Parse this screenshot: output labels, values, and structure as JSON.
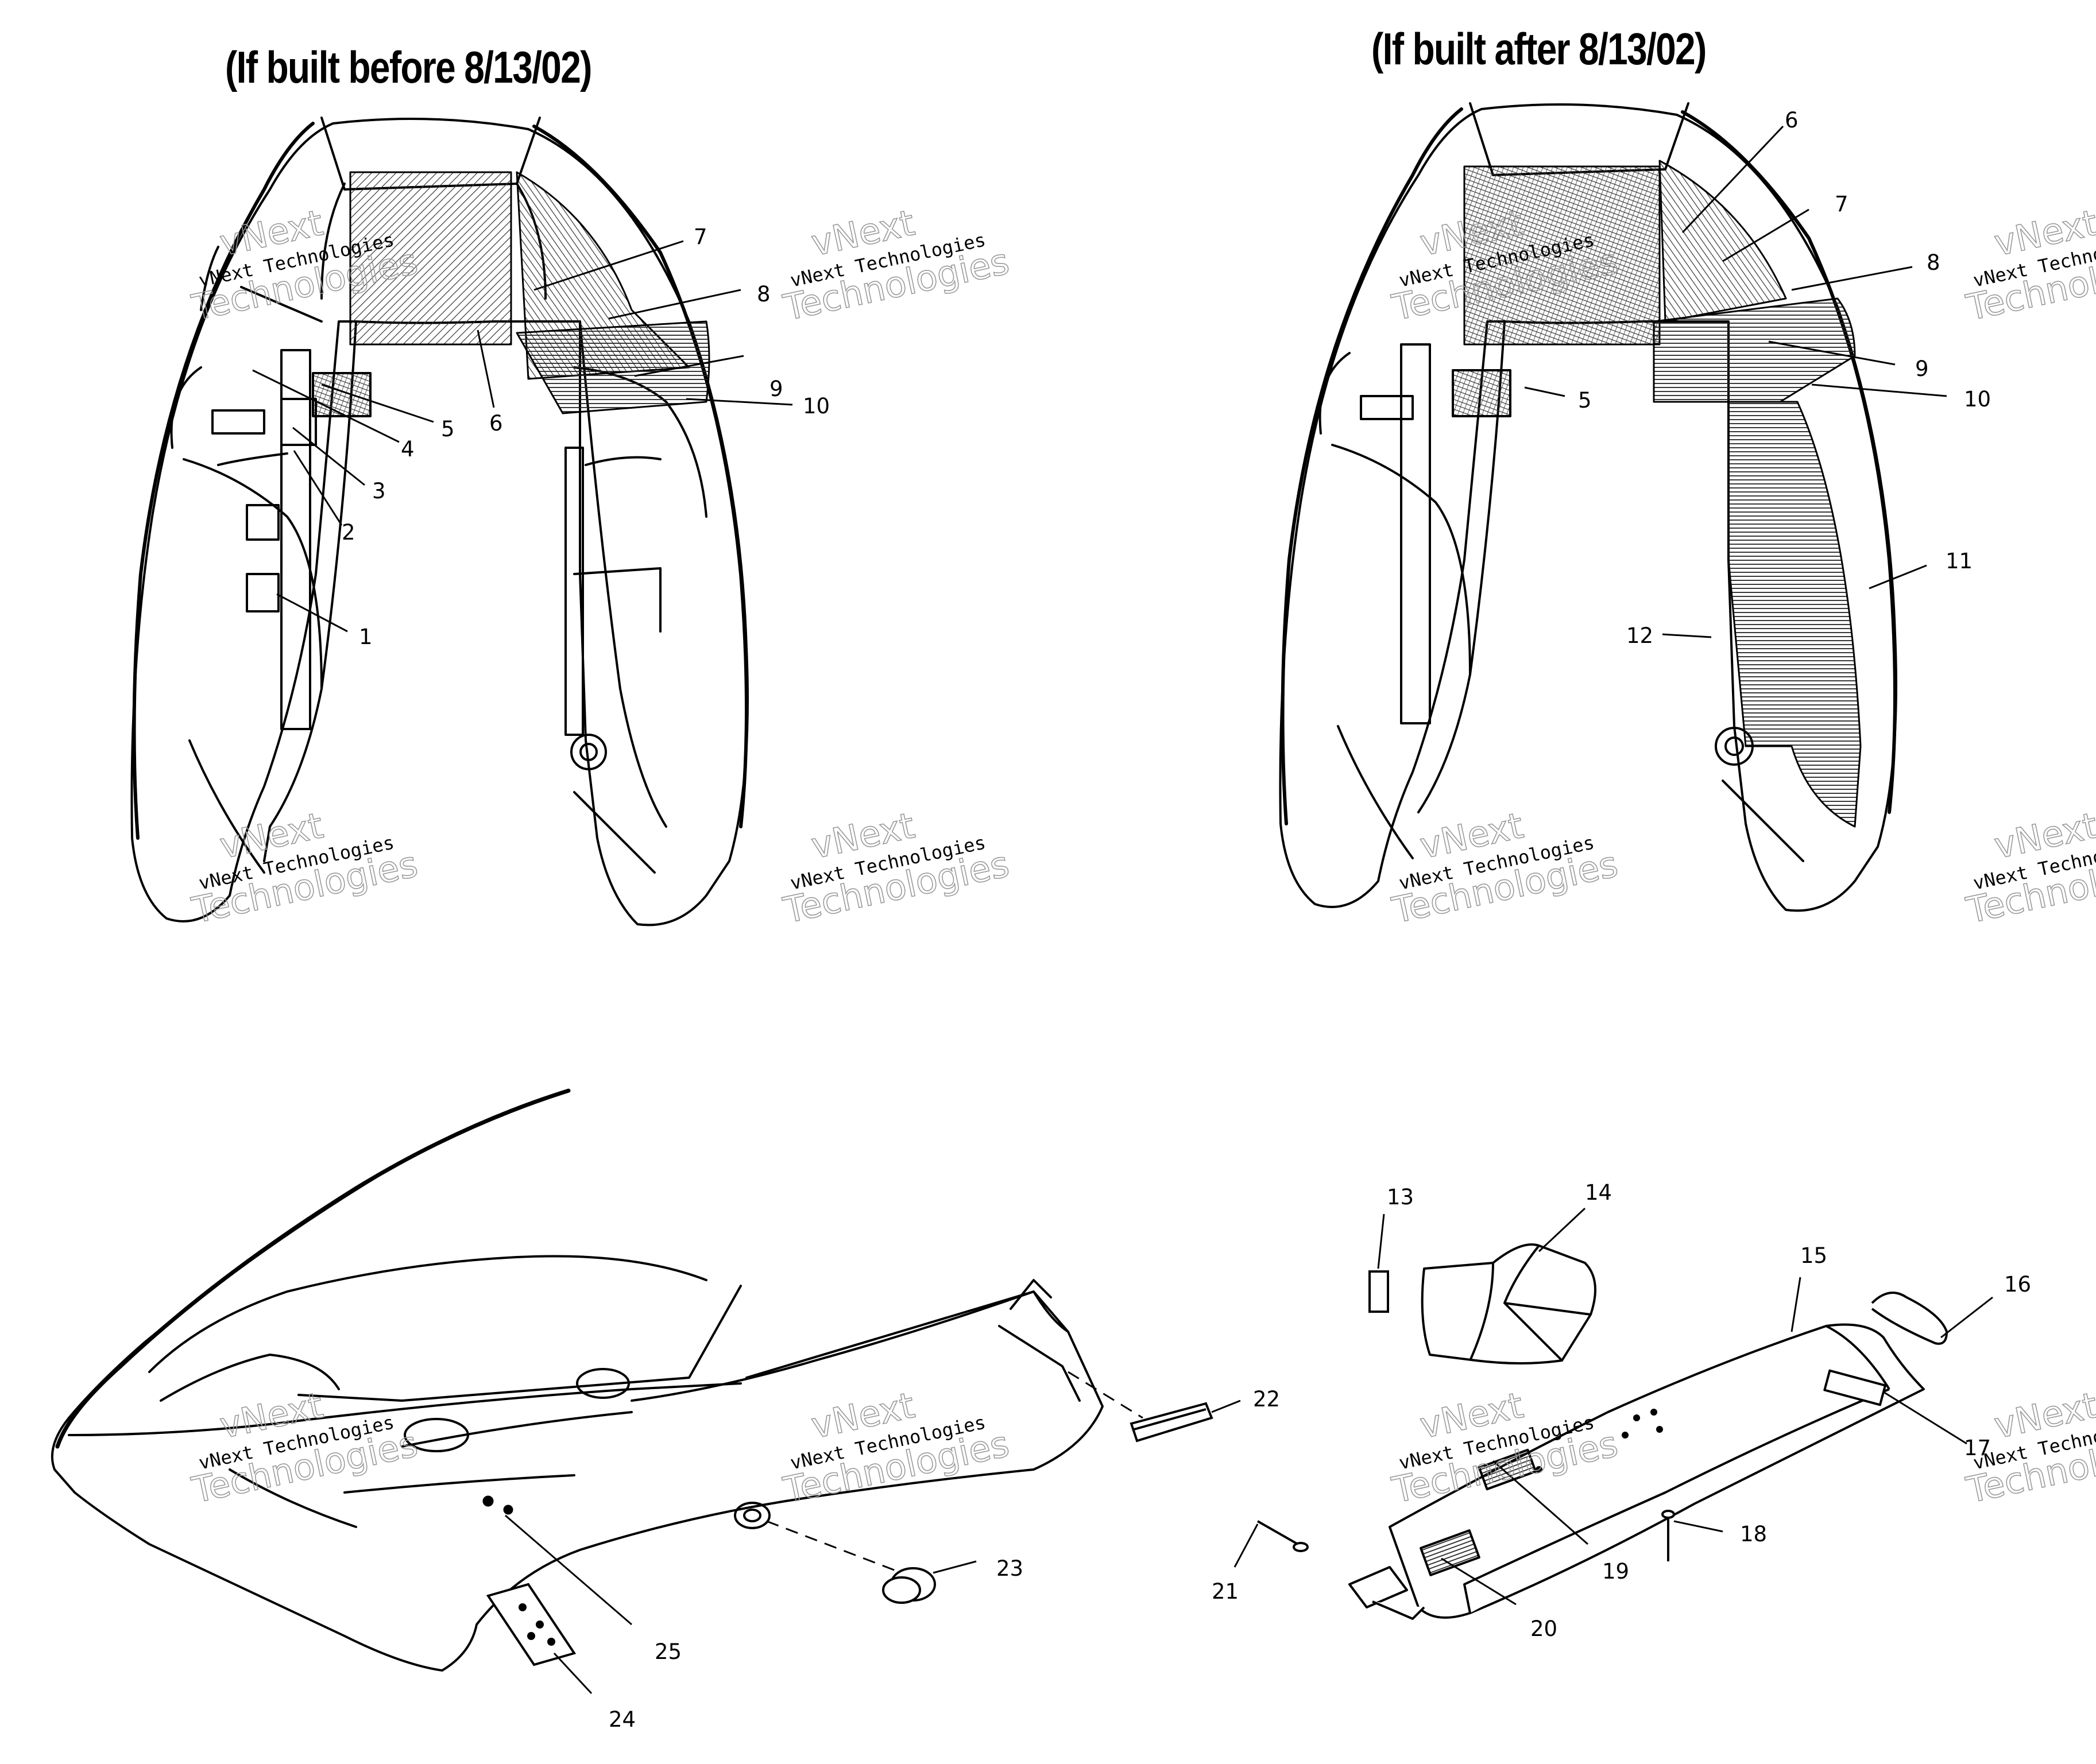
{
  "titles": {
    "before": "(If built before 8/13/02)",
    "after": "(If built after 8/13/02)"
  },
  "watermark": {
    "line1": "vNext",
    "line2": "vNext Technologies",
    "line3": "Technologies"
  },
  "callouts": {
    "before": [
      "1",
      "2",
      "3",
      "4",
      "5",
      "6",
      "7",
      "8",
      "9",
      "10"
    ],
    "after": [
      "5",
      "6",
      "7",
      "8",
      "9",
      "10",
      "11",
      "12"
    ],
    "hood": [
      "22",
      "23",
      "24",
      "25"
    ],
    "parts": [
      "13",
      "14",
      "15",
      "16",
      "17",
      "18",
      "19",
      "20",
      "21"
    ]
  },
  "colors": {
    "line": "#000000",
    "hatch": "#333333",
    "watermark": "#9a9a9a",
    "background": "#ffffff"
  }
}
